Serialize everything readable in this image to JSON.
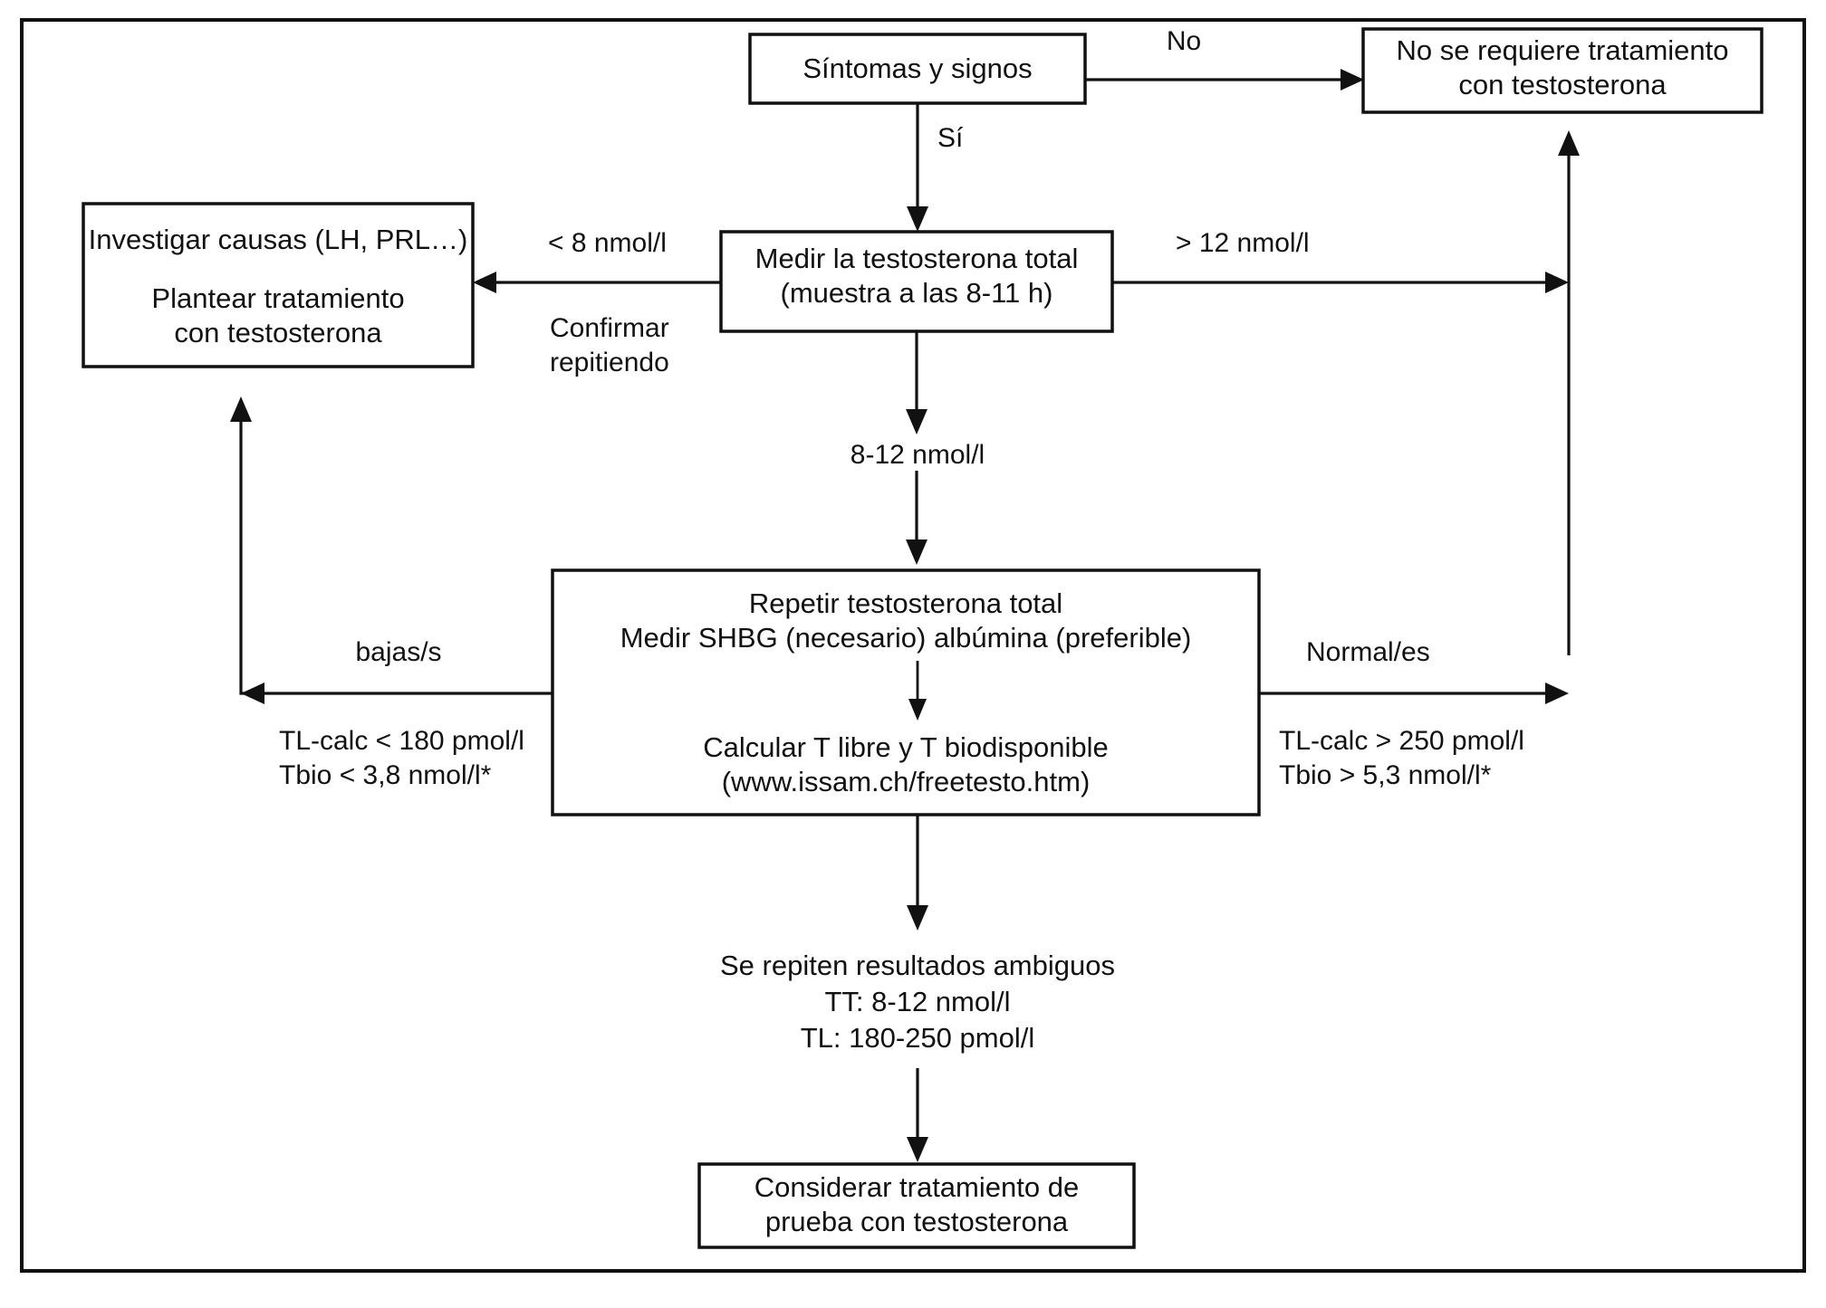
{
  "diagram": {
    "title": "Algoritmo de diagnostico de testosterona",
    "type": "flowchart",
    "language": "es",
    "colors": {
      "background": "#ffffff",
      "stroke": "#111111",
      "text": "#111111"
    }
  },
  "nodes": {
    "symptoms": {
      "id": "symptoms",
      "lines": [
        "Síntomas y signos"
      ],
      "line1": "Síntomas y signos"
    },
    "no_treatment": {
      "id": "no_treatment",
      "lines": [
        "No se requiere tratamiento",
        "con testosterona"
      ],
      "line1": "No se requiere tratamiento",
      "line2": "con testosterona"
    },
    "investigate": {
      "id": "investigate",
      "lines": [
        "Investigar causas (LH, PRL…)",
        "Plantear tratamiento",
        "con testosterona"
      ],
      "line1": "Investigar causas (LH, PRL…)",
      "line2": "Plantear tratamiento",
      "line3": "con testosterona"
    },
    "measure_total": {
      "id": "measure_total",
      "lines": [
        "Medir la testosterona total",
        "(muestra a las 8-11 h)"
      ],
      "line1": "Medir la testosterona total",
      "line2": "(muestra a las 8-11 h)"
    },
    "repeat_box": {
      "id": "repeat_box",
      "lines": [
        "Repetir testosterona total",
        "Medir SHBG (necesario) albúmina (preferible)",
        "Calcular T libre y T biodisponible",
        "(www.issam.ch/freetesto.htm)"
      ],
      "line1": "Repetir testosterona total",
      "line2": "Medir SHBG (necesario) albúmina (preferible)",
      "line3": "Calcular T libre y T biodisponible",
      "line4": "(www.issam.ch/freetesto.htm)"
    },
    "ambiguous": {
      "id": "ambiguous",
      "lines": [
        "Se repiten resultados ambiguos",
        "TT: 8-12 nmol/l",
        "TL: 180-250 pmol/l"
      ],
      "line1": "Se repiten resultados ambiguos",
      "line2": "TT: 8-12 nmol/l",
      "line3": "TL: 180-250 pmol/l"
    },
    "consider_trial": {
      "id": "consider_trial",
      "lines": [
        "Considerar tratamiento de",
        "prueba con testosterona"
      ],
      "line1": "Considerar tratamiento de",
      "line2": "prueba con testosterona"
    }
  },
  "edge_labels": {
    "no": "No",
    "si": "Sí",
    "lt8": "< 8 nmol/l",
    "confirm_l1": "Confirmar",
    "confirm_l2": "repitiendo",
    "gt12": "> 12 nmol/l",
    "range_8_12": "8-12 nmol/l",
    "low": "bajas/s",
    "normal": "Normal/es",
    "low_crit_l1": "TL-calc < 180 pmol/l",
    "low_crit_l2": "Tbio < 3,8 nmol/l*",
    "normal_crit_l1": "TL-calc > 250 pmol/l",
    "normal_crit_l2": "Tbio > 5,3 nmol/l*"
  }
}
